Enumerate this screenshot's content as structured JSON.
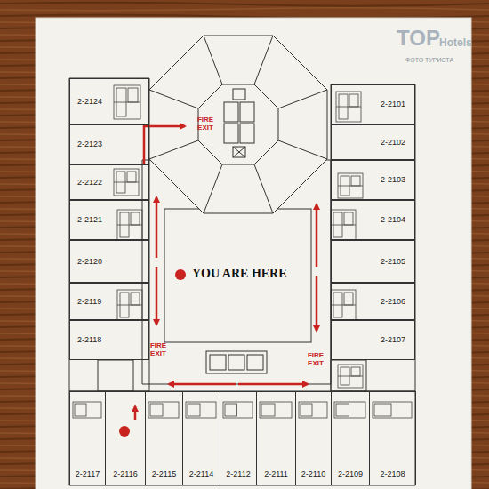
{
  "diagram": {
    "nodes": [
      {
        "text": [
          "2-2124"
        ]
      },
      {
        "text": [
          "2-2123"
        ]
      },
      {
        "text": [
          "2-2122"
        ]
      },
      {
        "text": [
          "2-2121"
        ]
      },
      {
        "text": [
          "2-2120"
        ]
      },
      {
        "text": [
          "2-2119"
        ]
      },
      {
        "text": [
          "2-2118"
        ]
      },
      {
        "text": [
          "2-2101"
        ]
      },
      {
        "text": [
          "2-2102"
        ]
      },
      {
        "text": [
          "2-2103"
        ]
      },
      {
        "text": [
          "2-2104"
        ]
      },
      {
        "text": [
          "2-2105"
        ]
      },
      {
        "text": [
          "2-2106"
        ]
      },
      {
        "text": [
          "2-2107"
        ]
      },
      {
        "text": [
          "2-2117"
        ]
      },
      {
        "text": [
          "2-2116"
        ]
      },
      {
        "text": [
          "2-2115"
        ]
      },
      {
        "text": [
          "2-2114"
        ]
      },
      {
        "text": [
          "2-2112"
        ]
      },
      {
        "text": [
          "2-2111"
        ]
      },
      {
        "text": [
          "2-2110"
        ]
      },
      {
        "text": [
          "2-2109"
        ]
      },
      {
        "text": [
          "2-2108"
        ]
      }
    ],
    "labels": [
      "YOU ARE HERE",
      "FIRE EXIT",
      "FIRE EXIT",
      "FIRE EXIT",
      "TOP",
      "Hotels",
      "ФОТО ТУРИСТА"
    ]
  }
}
